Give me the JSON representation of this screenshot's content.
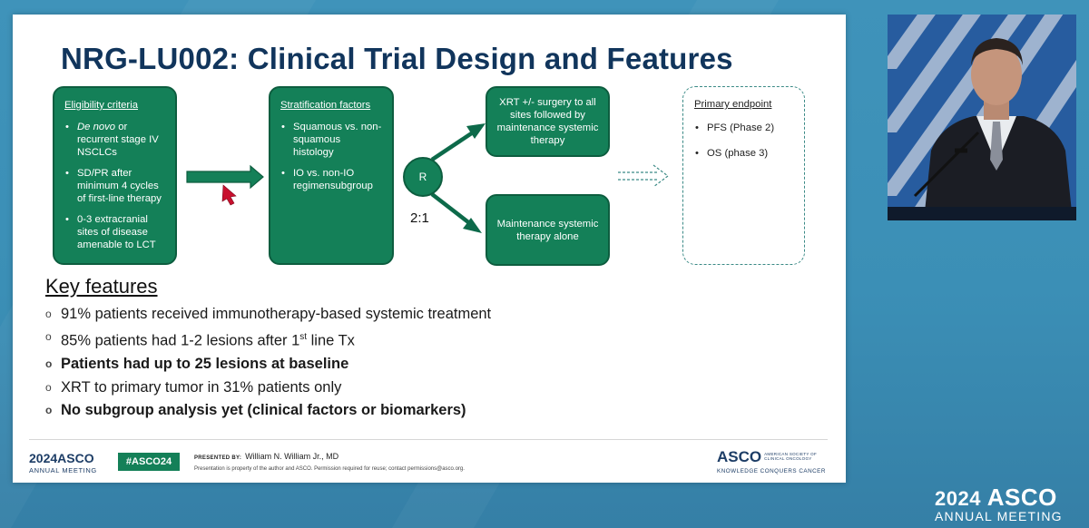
{
  "slide": {
    "title": "NRG-LU002: Clinical Trial Design and Features",
    "eligibility": {
      "header": "Eligibility criteria",
      "item1_italic": "De novo",
      "item1_rest": " or recurrent stage IV NSCLCs",
      "item2": "SD/PR after minimum 4 cycles of first-line therapy",
      "item3": "0-3 extracranial sites of disease amenable to LCT"
    },
    "stratification": {
      "header": "Stratification factors",
      "items": [
        "Squamous vs. non-squamous histology",
        "IO vs. non-IO regimensubgroup"
      ]
    },
    "randomization": {
      "label": "R",
      "ratio": "2:1"
    },
    "arm1": "XRT +/- surgery to all sites followed by maintenance systemic therapy",
    "arm2": "Maintenance systemic therapy alone",
    "endpoint": {
      "header": "Primary endpoint",
      "items": [
        "PFS (Phase 2)",
        "OS (phase 3)"
      ]
    },
    "key_features": {
      "title": "Key features",
      "item1": "91% patients received immunotherapy-based systemic treatment",
      "item2_pre": "85% patients had 1-2 lesions after 1",
      "item2_sup": "st",
      "item2_post": " line Tx",
      "item3": "Patients had up to 25 lesions at baseline",
      "item4": "XRT to primary tumor in 31% patients only",
      "item5": "No subgroup analysis yet (clinical factors or biomarkers)"
    },
    "footer": {
      "year": "2024",
      "asco": "ASCO",
      "annual_meeting": "ANNUAL MEETING",
      "hashtag": "#ASCO24",
      "presented_label": "PRESENTED BY:",
      "presenter": "William N. William Jr., MD",
      "disclaimer": "Presentation is property of the author and ASCO. Permission required for reuse; contact permissions@asco.org.",
      "asco_right": "ASCO",
      "society": "AMERICAN SOCIETY OF CLINICAL ONCOLOGY",
      "tagline": "KNOWLEDGE CONQUERS CANCER"
    }
  },
  "broadcast_logo": {
    "year": "2024",
    "asco": "ASCO",
    "annual_meeting": "ANNUAL MEETING"
  },
  "colors": {
    "box_green": "#148058",
    "title_navy": "#11355c",
    "background_blue": "#3f93ba"
  }
}
